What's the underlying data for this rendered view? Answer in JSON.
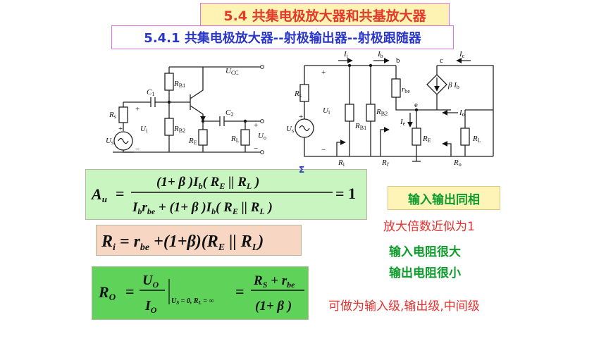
{
  "title": {
    "section": "5.4   共集电极放大器和共基放大器",
    "subsection": "5.4.1 共集电极放大器--射极输出器--射极跟随器"
  },
  "circuit_left": {
    "labels": {
      "rb1": "R",
      "rb1_sub": "B1",
      "rb2": "R",
      "rb2_sub": "B2",
      "re": "R",
      "re_sub": "E",
      "rl": "R",
      "rl_sub": "L",
      "rs": "R",
      "rs_sub": "s",
      "c1": "C",
      "c1_sub": "1",
      "c2": "C",
      "c2_sub": "2",
      "ucc": "U",
      "ucc_sub": "CC",
      "ui": "U",
      "ui_sub": "i",
      "uo": "U",
      "uo_sub": "o",
      "us": "U",
      "us_sub": "s",
      "plus": "+",
      "minus": "−"
    }
  },
  "circuit_right": {
    "labels": {
      "ii": "I",
      "ii_sub": "i",
      "ib": "I",
      "ib_sub": "b",
      "ic": "I",
      "ic_sub": "c",
      "ie": "I",
      "ie_sub": "e",
      "io": "I",
      "io_sub": "o",
      "b": "b",
      "c": "c",
      "e": "e",
      "rbe": "r",
      "rbe_sub": "be",
      "beta_ib": "β I",
      "beta_ib_sub": "b",
      "rs": "R",
      "rs_sub": "s",
      "rb1": "R",
      "rb1_sub": "B1",
      "rb2": "R",
      "rb2_sub": "B2",
      "re": "R",
      "re_sub": "E",
      "rl": "R",
      "rl_sub": "L",
      "ui": "U",
      "ui_sub": "i",
      "us": "U",
      "us_sub": "s",
      "ri": "R",
      "ri_sub": "i",
      "ri2": "R",
      "ri2_sub": "i′",
      "ro": "R",
      "ro_sub": "o",
      "plus": "+",
      "minus": "−"
    }
  },
  "formula_gain": {
    "lhs": "A",
    "lhs_sub": "u",
    "eq": "=",
    "num": "(1+ β )I",
    "num_sub": "b",
    "num2": "( R",
    "num2_sub": "E",
    "num3": " || R",
    "num3_sub": "L",
    "num4": " )",
    "den": "I",
    "den_sub": "b",
    "den2": "r",
    "den2_sub": "be",
    "den3": " + (1+ β )I",
    "den3_sub": "b",
    "den4": "( R",
    "den4_sub": "E",
    "den5": " || R",
    "den5_sub": "L",
    "den6": " )",
    "rhs": "= 1",
    "sigma": "Σ"
  },
  "formula_ri": {
    "text": "R",
    "sub": "i",
    "rest": " = r",
    "rest_sub": "be",
    "tail": " +(1+β)(R",
    "tail_sub": "E",
    "tail2": " || R",
    "tail2_sub": "L",
    "tail3": ")"
  },
  "formula_ro": {
    "lhs": "R",
    "lhs_sub": "O",
    "eq": "=",
    "num": "U",
    "num_sub": "O",
    "den": "I",
    "den_sub": "O",
    "cond": "U",
    "cond_sub": "S",
    "cond_rest": " = 0, R",
    "cond_rest_sub": "L",
    "cond_tail": " = ∞",
    "eq2": "=",
    "num2": "R",
    "num2_sub": "S",
    "num2_rest": " + r",
    "num2_rest_sub": "be",
    "den2": "(1+ β )"
  },
  "notes": {
    "in_out_same_phase": "输入输出同相",
    "gain_approx_one": "放大倍数近似为1",
    "high_input_resistance": "输入电阻很大",
    "low_output_resistance": "输出电阻很小",
    "usage": "可做为输入级,输出级,中间级"
  }
}
